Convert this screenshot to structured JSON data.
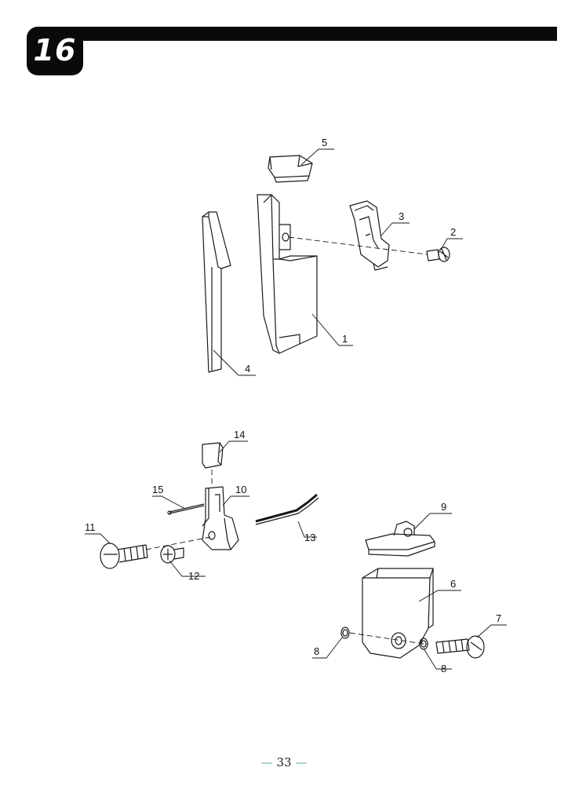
{
  "chapter": {
    "number": "16"
  },
  "callouts": {
    "c1": "1",
    "c2": "2",
    "c3": "3",
    "c4": "4",
    "c5": "5",
    "c6": "6",
    "c7": "7",
    "c8a": "8",
    "c8b": "8",
    "c9": "9",
    "c10": "10",
    "c11": "11",
    "c12": "12",
    "c13": "13",
    "c14": "14",
    "c15": "15"
  },
  "footer": {
    "page_number": "33",
    "dash": "—"
  },
  "colors": {
    "ink": "#1a1a1a",
    "accent": "#57a9a9",
    "header": "#0a0a0a"
  }
}
